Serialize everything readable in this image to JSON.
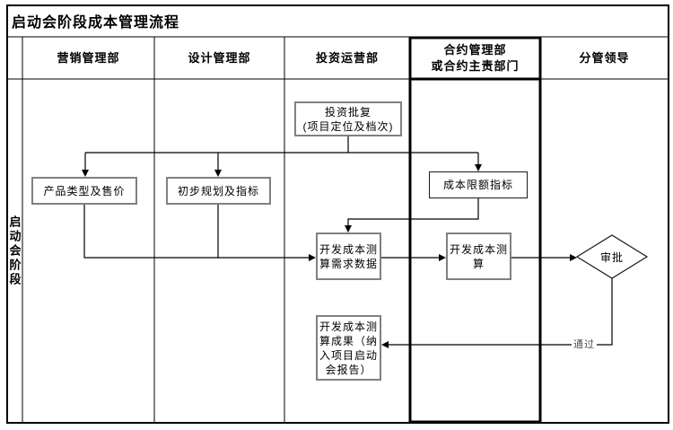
{
  "title": "启动会阶段成本管理流程",
  "stage_label": "启动会阶段",
  "columns": [
    {
      "label": "营销管理部",
      "emphasized": false
    },
    {
      "label": "设计管理部",
      "emphasized": false
    },
    {
      "label": "投资运营部",
      "emphasized": false
    },
    {
      "label": "合约管理部\n或合约主责部门",
      "emphasized": true
    },
    {
      "label": "分管领导",
      "emphasized": false
    }
  ],
  "nodes": {
    "investment_approval": "投资批复\n(项目定位及档次)",
    "product_type_price": "产品类型及售价",
    "preliminary_planning": "初步规划及指标",
    "cost_limit_index": "成本限额指标",
    "cost_calc_demand_data": "开发成本测\n算需求数据",
    "cost_calculation": "开发成本测\n算",
    "approval_decision": "审批",
    "cost_calc_results": "开发成本测\n算成果（纳\n入项目启动\n会报告）"
  },
  "edge_labels": {
    "pass": "通过"
  },
  "colors": {
    "grid_line": "#000000",
    "connector_line": "#000000",
    "box_border_gray": "#808080",
    "box_border_dark": "#1a1a1a",
    "pass_label_text": "#4d4d4d"
  }
}
